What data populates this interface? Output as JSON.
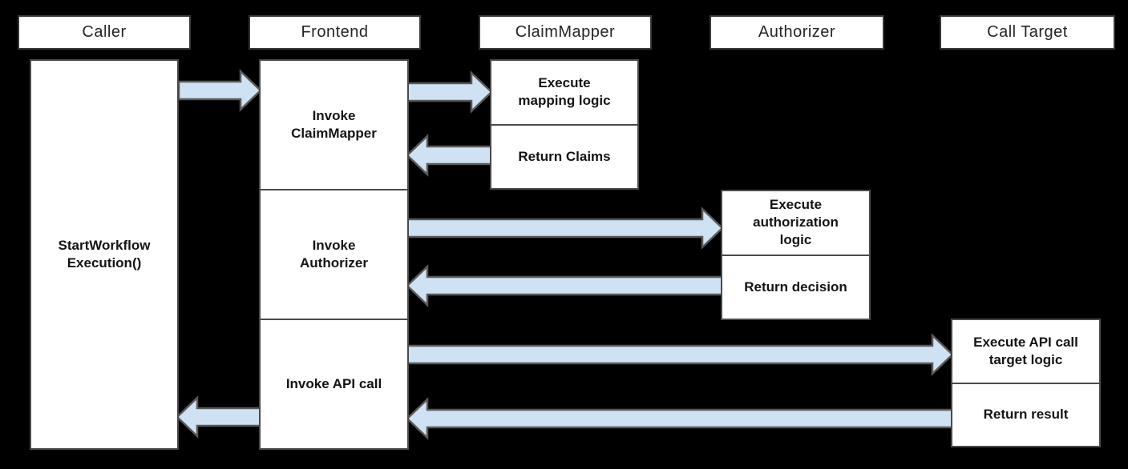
{
  "diagram_type": "sequence-diagram",
  "columns": [
    {
      "label": "Caller"
    },
    {
      "label": "Frontend"
    },
    {
      "label": "ClaimMapper"
    },
    {
      "label": "Authorizer"
    },
    {
      "label": "Call Target"
    }
  ],
  "boxes": {
    "caller_activity": "StartWorkflow\nExecution()",
    "invoke_claimmapper": "Invoke\nClaimMapper",
    "invoke_authorizer": "Invoke\nAuthorizer",
    "invoke_api_call": "Invoke API call",
    "execute_mapping_logic": "Execute\nmapping logic",
    "return_claims": "Return Claims",
    "execute_authorization_logic": "Execute\nauthorization\nlogic",
    "return_decision": "Return decision",
    "execute_api_call_target_logic": "Execute API call\ntarget logic",
    "return_result": "Return result"
  },
  "edges": [
    {
      "from": "Caller",
      "to": "Frontend"
    },
    {
      "from": "Frontend",
      "to": "ClaimMapper"
    },
    {
      "from": "ClaimMapper",
      "to": "Frontend"
    },
    {
      "from": "Frontend",
      "to": "Authorizer"
    },
    {
      "from": "Authorizer",
      "to": "Frontend"
    },
    {
      "from": "Frontend",
      "to": "Call Target"
    },
    {
      "from": "Call Target",
      "to": "Frontend"
    },
    {
      "from": "Frontend",
      "to": "Caller"
    }
  ],
  "colors": {
    "background": "#000000",
    "box_fill": "#ffffff",
    "header_border": "#383838",
    "box_border": "#4a4a4a",
    "arrow_fill": "#cfe2f3",
    "arrow_stroke": "#595959",
    "text": "#141414"
  }
}
